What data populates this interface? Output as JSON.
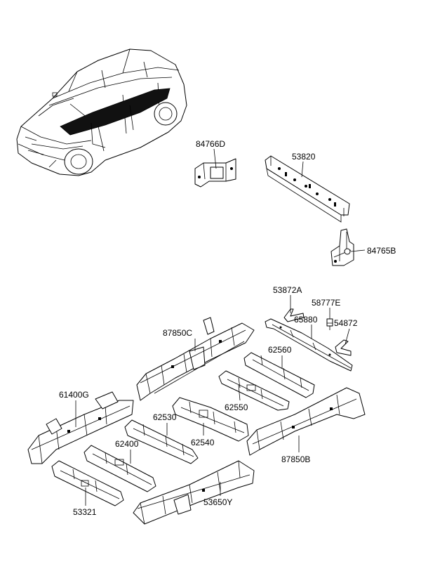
{
  "colors": {
    "line": "#000000",
    "background": "#ffffff"
  },
  "vehicle": {
    "icon": "minivan-outline-icon"
  },
  "callouts": [
    {
      "id": "84766D"
    },
    {
      "id": "53820"
    },
    {
      "id": "84765B"
    },
    {
      "id": "53872A"
    },
    {
      "id": "58777E"
    },
    {
      "id": "65880"
    },
    {
      "id": "54872"
    },
    {
      "id": "87850C"
    },
    {
      "id": "62560"
    },
    {
      "id": "61400G"
    },
    {
      "id": "62550"
    },
    {
      "id": "62530"
    },
    {
      "id": "62400"
    },
    {
      "id": "62540"
    },
    {
      "id": "87850B"
    },
    {
      "id": "53321"
    },
    {
      "id": "53650Y"
    }
  ]
}
